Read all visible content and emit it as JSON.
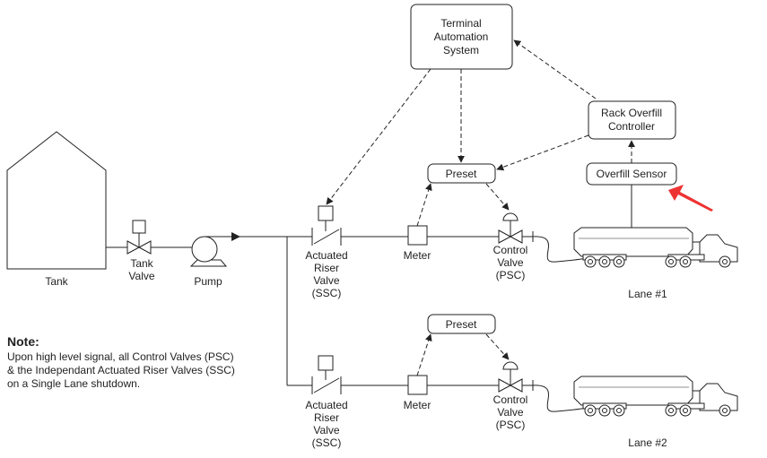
{
  "tank": {
    "label": "Tank"
  },
  "tank_valve": {
    "label_1": "Tank",
    "label_2": "Valve"
  },
  "pump": {
    "label": "Pump"
  },
  "terminal_automation_system": {
    "line_1": "Terminal",
    "line_2": "Automation",
    "line_3": "System"
  },
  "rack_overfill_controller": {
    "line_1": "Rack Overfill",
    "line_2": "Controller"
  },
  "overfill_sensor": {
    "label": "Overfill Sensor"
  },
  "lane1": {
    "riser_valve": {
      "line_1": "Actuated",
      "line_2": "Riser",
      "line_3": "Valve",
      "line_4": "(SSC)"
    },
    "meter": "Meter",
    "preset": "Preset",
    "control_valve": {
      "line_1": "Control",
      "line_2": "Valve",
      "line_3": "(PSC)"
    },
    "lane_label": "Lane #1"
  },
  "lane2": {
    "riser_valve": {
      "line_1": "Actuated",
      "line_2": "Riser",
      "line_3": "Valve",
      "line_4": "(SSC)"
    },
    "meter": "Meter",
    "preset": "Preset",
    "control_valve": {
      "line_1": "Control",
      "line_2": "Valve",
      "line_3": "(PSC)"
    },
    "lane_label": "Lane #2"
  },
  "note": {
    "title": "Note:",
    "lines": [
      "Upon high level signal, all Control Valves (PSC)",
      "& the Independant Actuated Riser Valves (SSC)",
      "on a Single Lane shutdown."
    ]
  },
  "colors": {
    "line": "#222222",
    "highlight_arrow": "#ee3333"
  }
}
